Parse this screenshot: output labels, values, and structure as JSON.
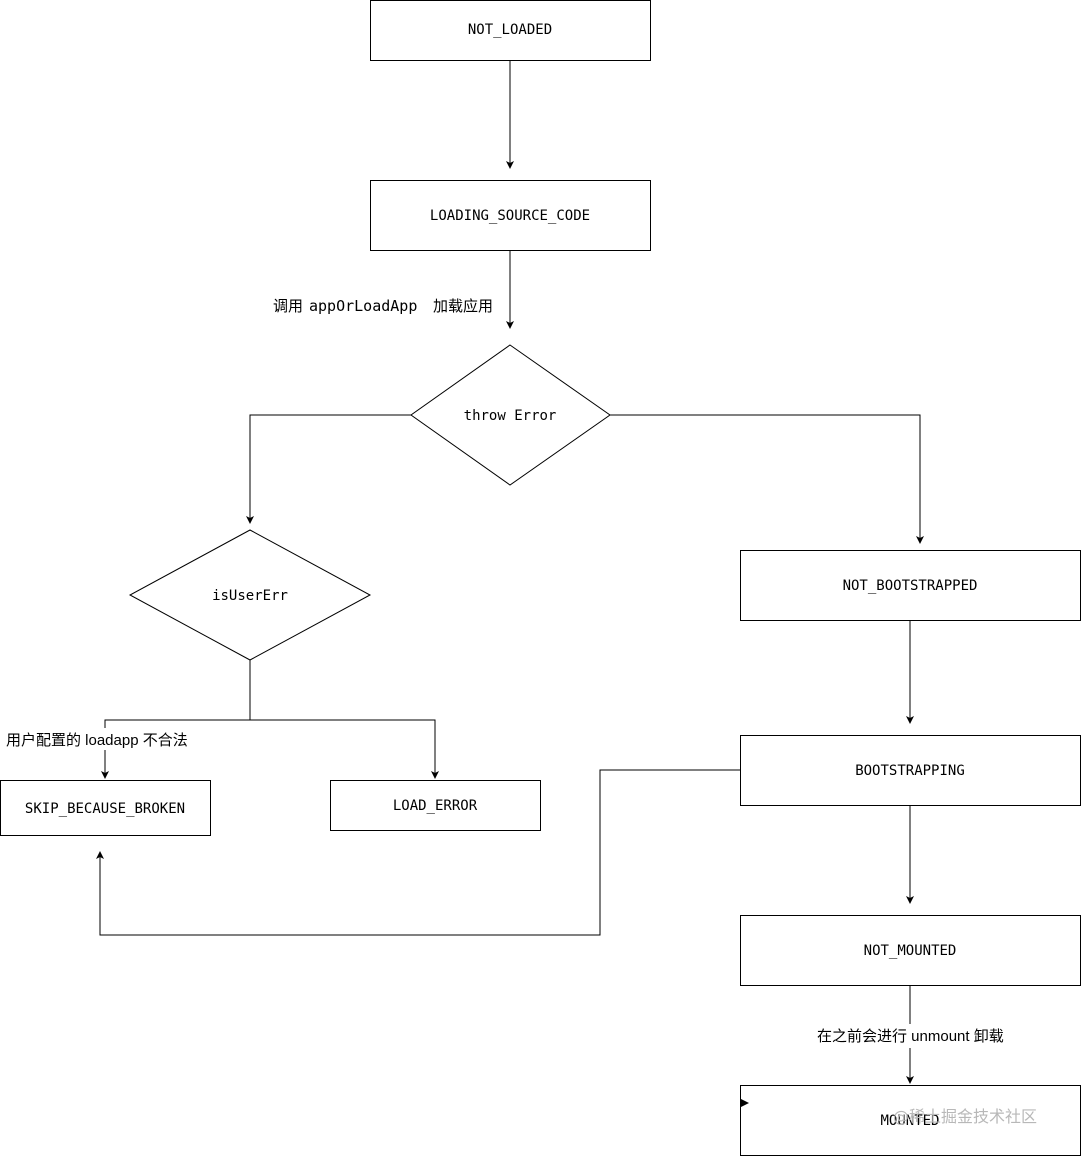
{
  "nodes": {
    "not_loaded": "NOT_LOADED",
    "loading_source_code": "LOADING_SOURCE_CODE",
    "throw_error": "throw Error",
    "is_user_err": "isUserErr",
    "skip_because_broken": "SKIP_BECAUSE_BROKEN",
    "load_error": "LOAD_ERROR",
    "not_bootstrapped": "NOT_BOOTSTRAPPED",
    "bootstrapping": "BOOTSTRAPPING",
    "not_mounted": "NOT_MOUNTED",
    "mounted": "MOUNTED"
  },
  "edge_labels": {
    "call_prefix": "调用",
    "call_function": "appOrLoadApp",
    "call_suffix": "加载应用",
    "user_config_invalid": "用户配置的 loadapp 不合法",
    "unmount_before": "在之前会进行 unmount 卸载"
  },
  "watermark": "@稀土掘金技术社区",
  "colors": {
    "stroke": "#000000",
    "fill": "#ffffff",
    "text": "#000000",
    "watermark": "#b8b8b8"
  }
}
